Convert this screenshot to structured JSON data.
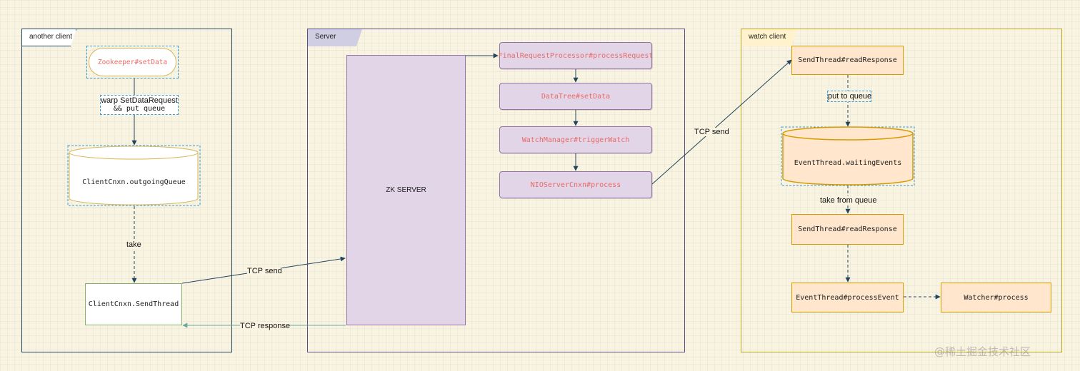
{
  "containers": {
    "another_client": {
      "label": "another client"
    },
    "server": {
      "label": "Server"
    },
    "watch_client": {
      "label": "watch client"
    }
  },
  "nodes": {
    "zk_setdata": "Zookeeper#setData",
    "outgoing_queue": "ClientCnxn.outgoingQueue",
    "send_thread": "ClientCnxn.SendThread",
    "zk_server": "ZK SERVER",
    "final_request": "FinalRequestProcessor#processRequest",
    "datatree": "DataTree#setData",
    "watch_manager": "WatchManager#triggerWatch",
    "nio_server": "NIOServerCnxn#process",
    "read_response_1": "SendThread#readResponse",
    "waiting_events": "EventThread.waitingEvents",
    "read_response_2": "SendThread#readResponse",
    "process_event": "EventThread#processEvent",
    "watcher_process": "Watcher#process"
  },
  "edge_labels": {
    "warp_line1": "warp SetDataRequest",
    "warp_line2": "&& put queue",
    "take": "take",
    "tcp_send_left": "TCP send",
    "tcp_response": "TCP response",
    "tcp_send_right": "TCP send",
    "put_to_queue": "put to queue",
    "take_from_queue": "take from queue"
  },
  "watermark": "@稀土掘金技术社区",
  "colors": {
    "background": "#f8f4e1",
    "client_border": "#23445d",
    "server_border": "#56517e",
    "watch_border": "#b8a521",
    "purple_fill": "#e1d5e7",
    "purple_stroke": "#9673a6",
    "orange_fill": "#ffe6cc",
    "orange_stroke": "#d79b00",
    "arrow": "#23445d",
    "response_arrow": "#67ab9f",
    "red_text": "#ea6b66"
  }
}
